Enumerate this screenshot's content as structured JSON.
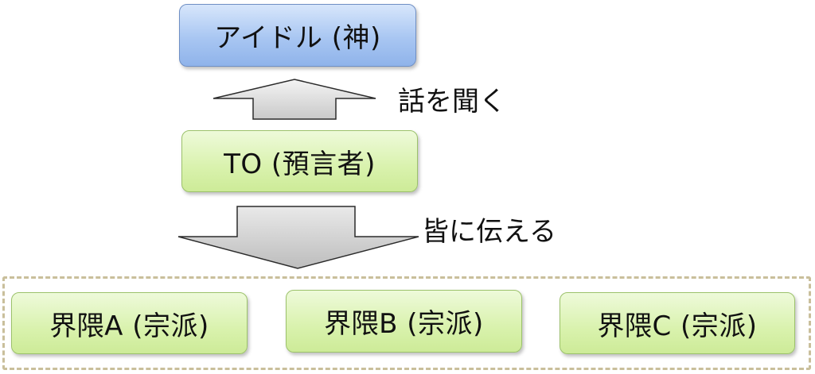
{
  "diagram": {
    "nodes": {
      "idol": {
        "label": "アイドル (神)"
      },
      "to": {
        "label": "TO (預言者)"
      },
      "community_a": {
        "label": "界隈A (宗派)"
      },
      "community_b": {
        "label": "界隈B (宗派)"
      },
      "community_c": {
        "label": "界隈C (宗派)"
      }
    },
    "edges": {
      "up": {
        "from": "to",
        "to": "idol",
        "label": "話を聞く"
      },
      "down": {
        "from": "to",
        "to": "communities",
        "label": "皆に伝える"
      }
    }
  },
  "colors": {
    "idol_fill": "#a8c6f2",
    "node_fill": "#d9f2ad",
    "arrow_fill": "#cfcfcf",
    "group_border": "#c9bf9b"
  }
}
